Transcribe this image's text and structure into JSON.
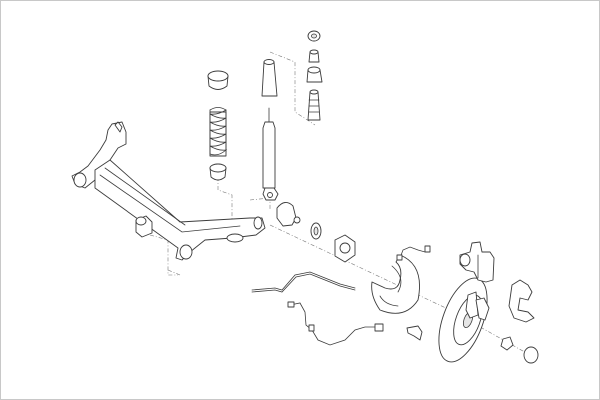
{
  "diagram": {
    "colors": {
      "line": "#3c3c3c",
      "background": "#ffffff",
      "frame": "#c8c8c8",
      "leader": "#777777"
    },
    "parts": [
      "axle-beam",
      "axle-bushing",
      "coil-spring",
      "spring-top-pad",
      "spring-seat",
      "shock-absorber",
      "shock-dust-cover",
      "top-mount-stack",
      "wheel-carrier",
      "hub-bearing",
      "wheel-hub",
      "brake-backing-plate",
      "brake-disc",
      "axle-nut",
      "dust-cap",
      "handbrake-cable",
      "abs-sensor-cable",
      "abs-sensor",
      "brake-wear-wire",
      "brake-caliper",
      "brake-pads",
      "caliper-bracket"
    ]
  }
}
